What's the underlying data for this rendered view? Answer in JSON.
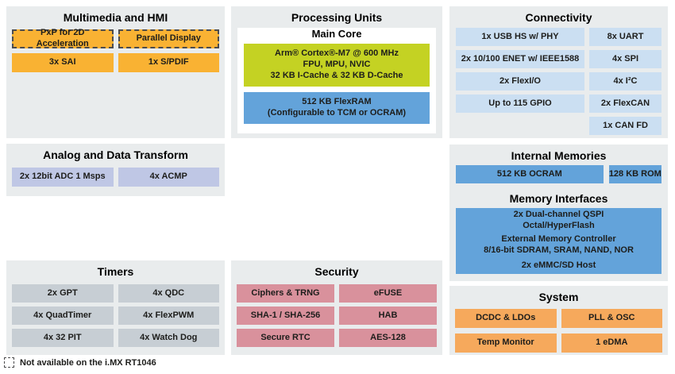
{
  "colors": {
    "section_bg": "#e9eced",
    "multimedia_orange": "#f9b233",
    "system_orange": "#f6a95c",
    "core_green": "#c4d223",
    "memory_blue": "#63a3da",
    "connectivity_light_blue": "#cbdff2",
    "analog_lavender": "#bfc7e5",
    "timers_gray": "#c7ced4",
    "security_pink": "#d9919c",
    "dashed_border": "#4c4c4e",
    "text": "#1d1d1b"
  },
  "sections": {
    "multimedia": {
      "title": "Multimedia and HMI",
      "blocks": [
        {
          "label": "PxP for 2D Acceleration",
          "dashed": true
        },
        {
          "label": "Parallel Display",
          "dashed": true
        },
        {
          "label": "3x SAI",
          "dashed": false
        },
        {
          "label": "1x S/PDIF",
          "dashed": false
        }
      ]
    },
    "processing": {
      "title": "Processing Units",
      "subtitle": "Main Core",
      "core": {
        "line1": "Arm® Cortex®-M7 @ 600 MHz",
        "line2": "FPU, MPU, NVIC",
        "line3": "32 KB I-Cache & 32 KB D-Cache"
      },
      "flexram": {
        "line1": "512 KB FlexRAM",
        "line2": "(Configurable to TCM or OCRAM)"
      }
    },
    "connectivity": {
      "title": "Connectivity",
      "left": [
        "1x USB HS w/ PHY",
        "2x 10/100 ENET w/ IEEE1588",
        "2x FlexI/O",
        "Up to 115 GPIO"
      ],
      "right": [
        "8x UART",
        "4x SPI",
        "4x I²C",
        "2x FlexCAN",
        "1x CAN FD"
      ]
    },
    "analog": {
      "title": "Analog and Data Transform",
      "blocks": [
        "2x 12bit ADC 1 Msps",
        "4x ACMP"
      ]
    },
    "memories": {
      "title": "Internal Memories",
      "row": [
        "512 KB OCRAM",
        "128 KB ROM"
      ],
      "title2": "Memory Interfaces",
      "qspi": {
        "line1": "2x Dual-channel QSPI",
        "line2": "Octal/HyperFlash"
      },
      "emc": {
        "line1": "External Memory Controller",
        "line2": "8/16-bit SDRAM, SRAM, NAND, NOR"
      },
      "emmc": "2x eMMC/SD Host"
    },
    "timers": {
      "title": "Timers",
      "blocks": [
        "2x GPT",
        "4x QDC",
        "4x QuadTimer",
        "4x FlexPWM",
        "4x 32 PIT",
        "4x Watch Dog"
      ]
    },
    "security": {
      "title": "Security",
      "blocks": [
        "Ciphers & TRNG",
        "eFUSE",
        "SHA-1 / SHA-256",
        "HAB",
        "Secure RTC",
        "AES-128"
      ]
    },
    "system": {
      "title": "System",
      "blocks": [
        "DCDC & LDOs",
        "PLL & OSC",
        "Temp Monitor",
        "1 eDMA"
      ]
    }
  },
  "legend": {
    "icon": "dashed-box-icon",
    "note": "Not available on the i.MX RT1046"
  }
}
